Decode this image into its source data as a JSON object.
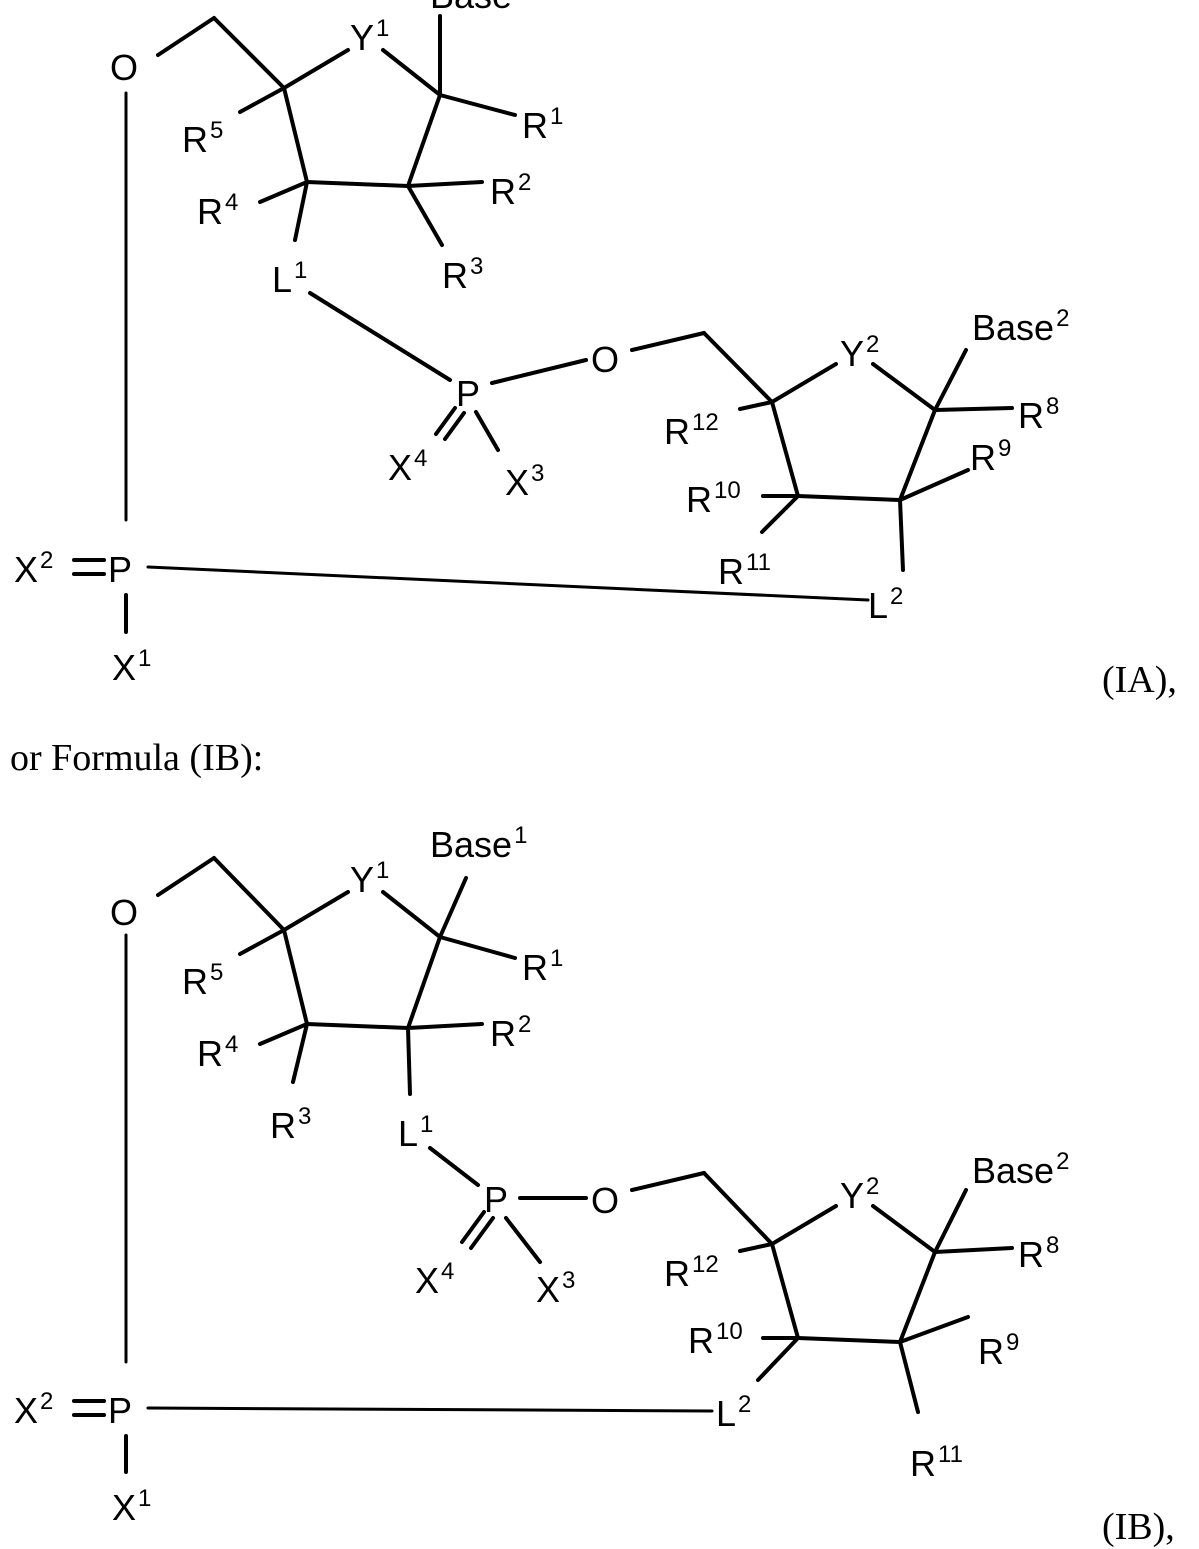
{
  "formula_IA": {
    "atoms": {
      "base1": {
        "t": "Base",
        "s": ""
      },
      "y1": {
        "t": "Y",
        "s": "1"
      },
      "o_top": {
        "t": "O",
        "s": ""
      },
      "r1": {
        "t": "R",
        "s": "1"
      },
      "r5": {
        "t": "R",
        "s": "5"
      },
      "r2": {
        "t": "R",
        "s": "2"
      },
      "r4": {
        "t": "R",
        "s": "4"
      },
      "r3": {
        "t": "R",
        "s": "3"
      },
      "l1": {
        "t": "L",
        "s": "1"
      },
      "y2": {
        "t": "Y",
        "s": "2"
      },
      "base2": {
        "t": "Base",
        "s": "2"
      },
      "o_mid": {
        "t": "O",
        "s": ""
      },
      "p_mid": {
        "t": "P",
        "s": ""
      },
      "r8": {
        "t": "R",
        "s": "8"
      },
      "r12": {
        "t": "R",
        "s": "12"
      },
      "r9": {
        "t": "R",
        "s": "9"
      },
      "x4": {
        "t": "X",
        "s": "4"
      },
      "x3": {
        "t": "X",
        "s": "3"
      },
      "r10": {
        "t": "R",
        "s": "10"
      },
      "r11": {
        "t": "R",
        "s": "11"
      },
      "x2": {
        "t": "X",
        "s": "2"
      },
      "p_bot": {
        "t": "P",
        "s": ""
      },
      "l2": {
        "t": "L",
        "s": "2"
      },
      "x1": {
        "t": "X",
        "s": "1"
      }
    },
    "label": "(IA),"
  },
  "intro_text": "or Formula (IB):",
  "formula_IB": {
    "atoms": {
      "base1": {
        "t": "Base",
        "s": "1"
      },
      "y1": {
        "t": "Y",
        "s": "1"
      },
      "o_top": {
        "t": "O",
        "s": ""
      },
      "r1": {
        "t": "R",
        "s": "1"
      },
      "r5": {
        "t": "R",
        "s": "5"
      },
      "r2": {
        "t": "R",
        "s": "2"
      },
      "r4": {
        "t": "R",
        "s": "4"
      },
      "r3": {
        "t": "R",
        "s": "3"
      },
      "l1": {
        "t": "L",
        "s": "1"
      },
      "base2": {
        "t": "Base",
        "s": "2"
      },
      "y2": {
        "t": "Y",
        "s": "2"
      },
      "p_mid": {
        "t": "P",
        "s": ""
      },
      "o_mid": {
        "t": "O",
        "s": ""
      },
      "r8": {
        "t": "R",
        "s": "8"
      },
      "r12": {
        "t": "R",
        "s": "12"
      },
      "x4": {
        "t": "X",
        "s": "4"
      },
      "x3": {
        "t": "X",
        "s": "3"
      },
      "r10": {
        "t": "R",
        "s": "10"
      },
      "r9": {
        "t": "R",
        "s": "9"
      },
      "x2": {
        "t": "X",
        "s": "2"
      },
      "p_bot": {
        "t": "P",
        "s": ""
      },
      "l2": {
        "t": "L",
        "s": "2"
      },
      "r11": {
        "t": "R",
        "s": "11"
      },
      "x1": {
        "t": "X",
        "s": "1"
      }
    },
    "label": "(IB),"
  }
}
